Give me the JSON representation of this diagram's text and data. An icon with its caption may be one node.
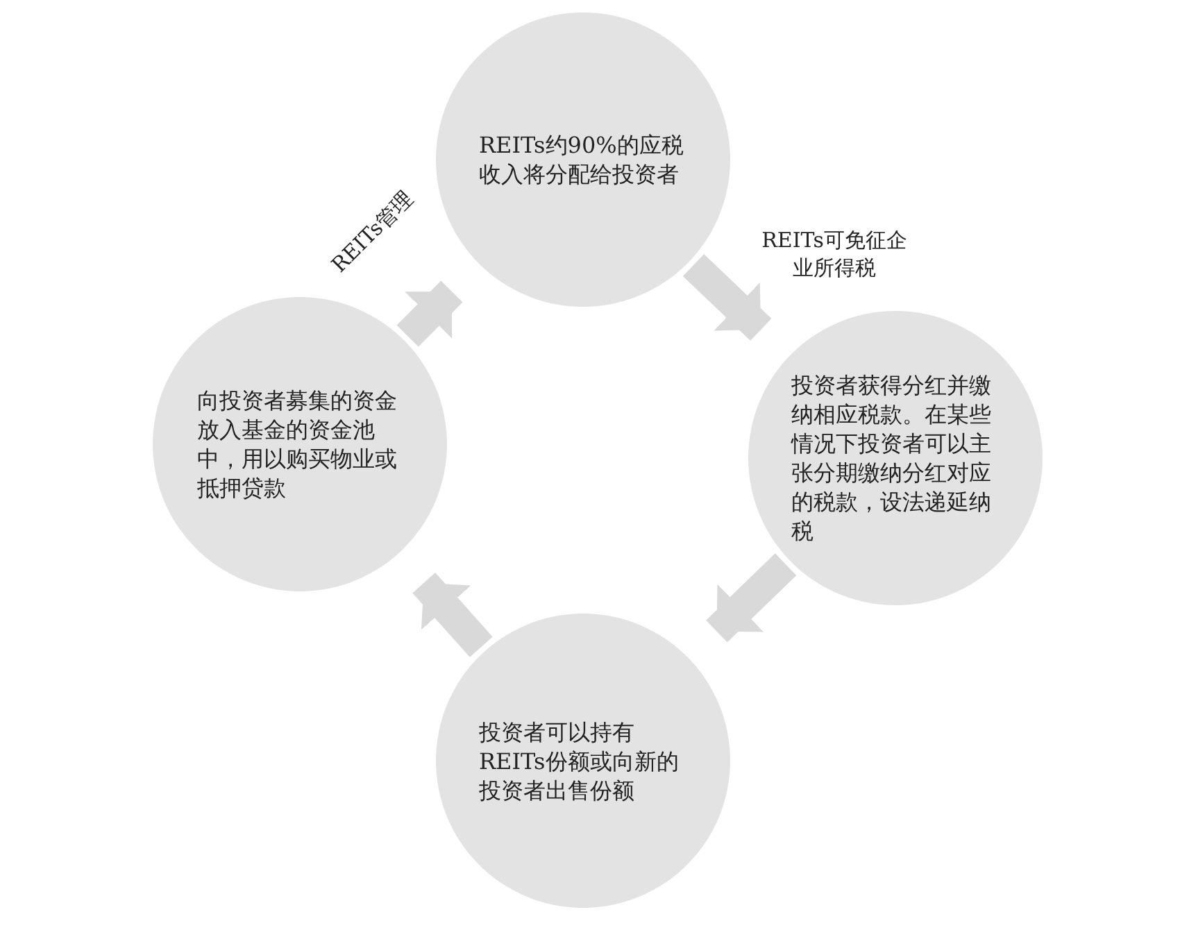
{
  "diagram": {
    "nodes": [
      {
        "text": [
          "REITs约90%的应税收入将分配给投资者"
        ]
      },
      {
        "text": [
          "投资者获得分红并缴纳相应税款。在某些情况下投资者可以主张分期缴纳分红对应的税款，设法递延纳税"
        ]
      },
      {
        "text": [
          "投资者可以持有REITs份额或向新的投资者出售份额"
        ]
      },
      {
        "text": [
          "向投资者募集的资金放入基金的资金池中，用以购买物业或抵押贷款"
        ]
      }
    ],
    "edges": [
      {
        "from": 0,
        "to": 1,
        "arrow": "to",
        "label": "REITs可免征企业所得税"
      },
      {
        "from": 1,
        "to": 2,
        "arrow": "to"
      },
      {
        "from": 2,
        "to": 3,
        "arrow": "to"
      },
      {
        "from": 3,
        "to": 0,
        "arrow": "to",
        "label": "REITs管理"
      }
    ]
  }
}
